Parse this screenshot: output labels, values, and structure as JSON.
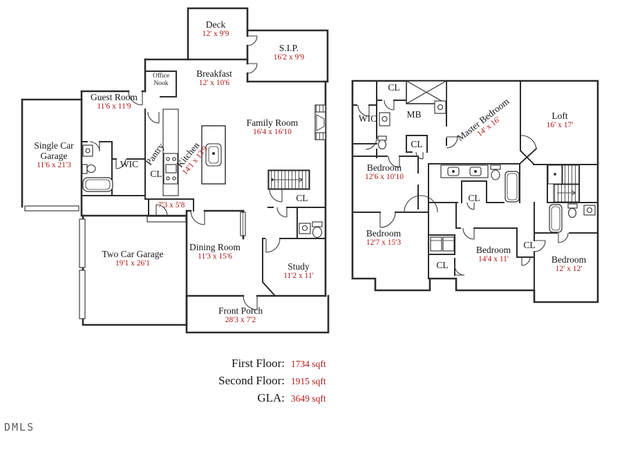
{
  "colors": {
    "wall": "#2b2b2b",
    "room_text": "#151515",
    "dimension_text": "#b01818",
    "watermark_text": "#3f3f3f"
  },
  "first_floor": {
    "deck": {
      "name": "Deck",
      "dim": "12' x 9'9"
    },
    "sip": {
      "name": "S.I.P.",
      "dim": "16'2 x 9'9"
    },
    "breakfast": {
      "name": "Breakfast",
      "dim": "12' x 10'6"
    },
    "office_nook": {
      "name": "Office Nook"
    },
    "guest_room": {
      "name": "Guest Room",
      "dim": "11'6 x 11'9"
    },
    "single_garage": {
      "name": "Single Car Garage",
      "dim": "11'6 x 21'3"
    },
    "wic": {
      "name": "WIC"
    },
    "pantry": {
      "name": "Pantry"
    },
    "kitchen": {
      "name": "Kitchen",
      "dim": "14'1 x 13'9"
    },
    "kitchen_cl": {
      "name": "CL"
    },
    "family_room": {
      "name": "Family Room",
      "dim": "16'4 x 16'10"
    },
    "hall": {
      "dim": "7'3 x 5'8"
    },
    "stairs_cl": {
      "name": "CL"
    },
    "two_garage": {
      "name": "Two Car Garage",
      "dim": "19'1 x 26'1"
    },
    "dining": {
      "name": "Dining Room",
      "dim": "11'3 x 15'6"
    },
    "study": {
      "name": "Study",
      "dim": "11'2 x 11'"
    },
    "porch": {
      "name": "Front Porch",
      "dim": "28'3 x 7'2"
    }
  },
  "second_floor": {
    "wic": {
      "name": "WIC"
    },
    "cl_top": {
      "name": "CL"
    },
    "mb": {
      "name": "MB"
    },
    "cl_mid": {
      "name": "CL"
    },
    "master": {
      "name": "Master Bedroom",
      "dim": "14' x 16'"
    },
    "loft": {
      "name": "Loft",
      "dim": "16' x 17'"
    },
    "bedroom2": {
      "name": "Bedroom",
      "dim": "12'6 x 10'10"
    },
    "bath_cl": {
      "name": "CL"
    },
    "bedroom3": {
      "name": "Bedroom",
      "dim": "12'7 x 15'3"
    },
    "laundry_cl": {
      "name": "CL"
    },
    "bedroom4": {
      "name": "Bedroom",
      "dim": "14'4 x 11'"
    },
    "right_cl": {
      "name": "CL"
    },
    "bedroom5": {
      "name": "Bedroom",
      "dim": "12' x 12'"
    }
  },
  "summary": {
    "rows": [
      {
        "label": "First Floor:",
        "value": "1734 sqft"
      },
      {
        "label": "Second Floor:",
        "value": "1915 sqft"
      },
      {
        "label": "GLA:",
        "value": "3649 sqft"
      }
    ]
  },
  "watermark": "DMLS"
}
